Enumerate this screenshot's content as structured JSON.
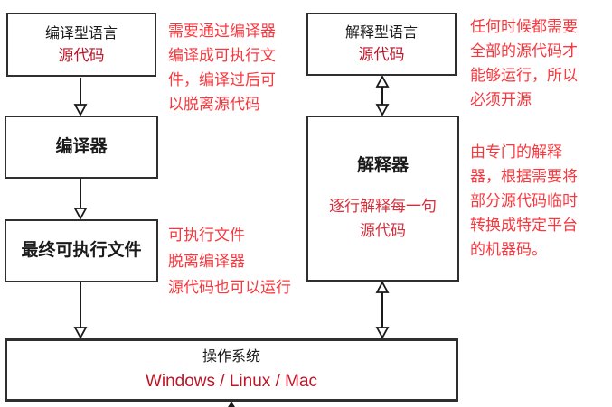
{
  "colors": {
    "box_border": "#2f2f2f",
    "title_text": "#1a1a1a",
    "box_red": "#bd1628",
    "interpreter_red": "#d4303c",
    "note_red": "#f8383e"
  },
  "left_flow": {
    "source_box": {
      "title": "编译型语言",
      "subtitle": "源代码"
    },
    "compiler_box": {
      "title": "编译器"
    },
    "executable_box": {
      "title": "最终可执行文件"
    }
  },
  "right_flow": {
    "source_box": {
      "title": "解释型语言",
      "subtitle": "源代码"
    },
    "interpreter_box": {
      "title": "解释器",
      "subtitle": "逐行解释每一句\n源代码"
    }
  },
  "os_box": {
    "title": "操作系统",
    "subtitle": "Windows / Linux / Mac"
  },
  "notes": {
    "compile_note": "需要通过编译器\n编译成可执行文\n件，编译过后可\n以脱离源代码",
    "executable_note": "可执行文件\n脱离编译器\n源代码也可以运行",
    "interpreted_note": "任何时候都需要\n全部的源代码才\n能够运行，所以\n必须开源",
    "interpreter_note": "由专门的解释\n器，根据需要将\n部分源代码临时\n转换成特定平台\n的机器码。"
  }
}
